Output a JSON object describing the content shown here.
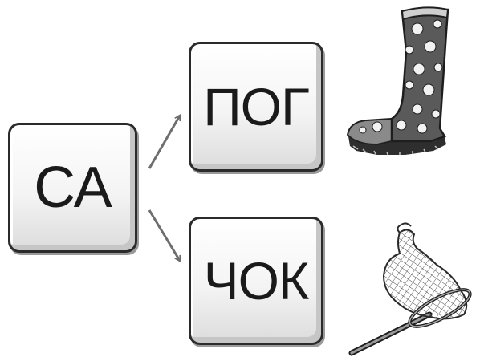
{
  "cards": {
    "start": "СА",
    "option_top": "ПОГ",
    "option_bottom": "ЧОК"
  },
  "pictures": {
    "top": "boot-icon",
    "bottom": "net-icon"
  },
  "colors": {
    "card_border": "#2b2b2b",
    "arrow": "#6e6e6e",
    "picture_dark": "#3a3a3a"
  }
}
